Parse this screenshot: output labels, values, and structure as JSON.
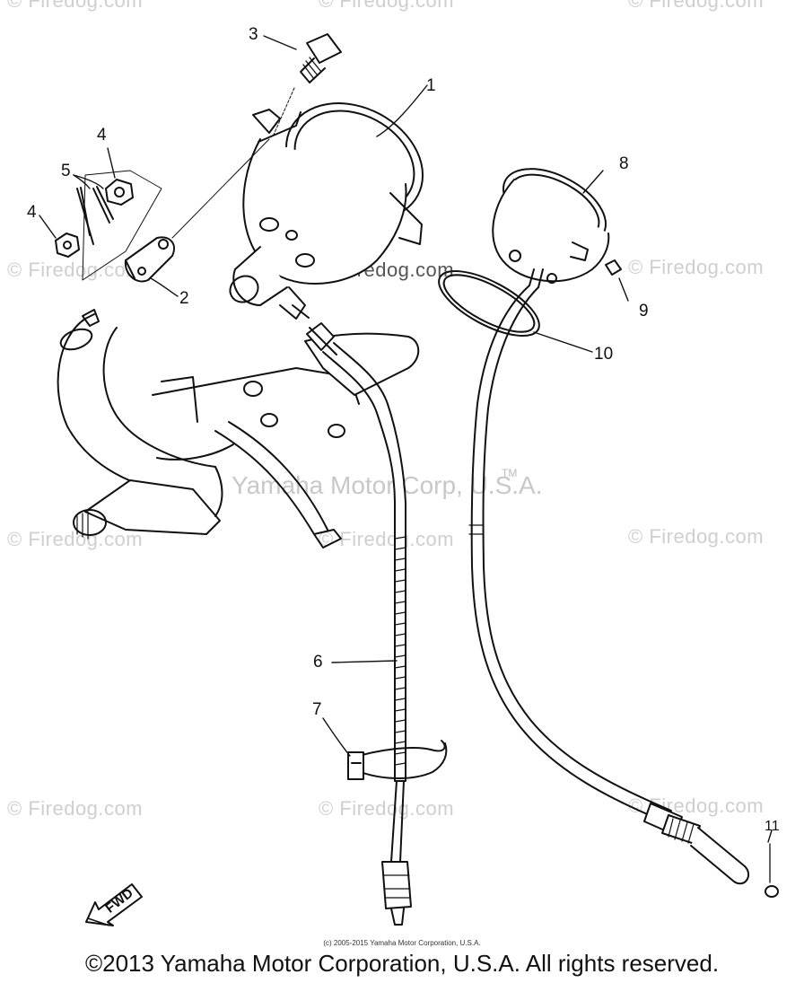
{
  "diagram": {
    "callouts": [
      {
        "id": "c1",
        "text": "1"
      },
      {
        "id": "c2",
        "text": "2"
      },
      {
        "id": "c3",
        "text": "3"
      },
      {
        "id": "c4a",
        "text": "4"
      },
      {
        "id": "c4b",
        "text": "4"
      },
      {
        "id": "c5",
        "text": "5"
      },
      {
        "id": "c6",
        "text": "6"
      },
      {
        "id": "c7",
        "text": "7"
      },
      {
        "id": "c8",
        "text": "8"
      },
      {
        "id": "c9",
        "text": "9"
      },
      {
        "id": "c10",
        "text": "10"
      },
      {
        "id": "c11",
        "text": "11"
      }
    ],
    "fwd_label": "FWD"
  },
  "watermarks": {
    "site": "© Firedog.com",
    "center": "© Firedog.com",
    "brand": "Yamaha Motor Corp, U.S.A.",
    "trademark": "TM"
  },
  "copyright_small": "(c) 2005-2015 Yamaha Motor Corporation, U.S.A.",
  "copyright_footer": "©2013 Yamaha Motor Corporation, U.S.A. All rights reserved.",
  "colors": {
    "line": "#111111",
    "watermark": "#cfcfcf",
    "background": "#ffffff"
  }
}
